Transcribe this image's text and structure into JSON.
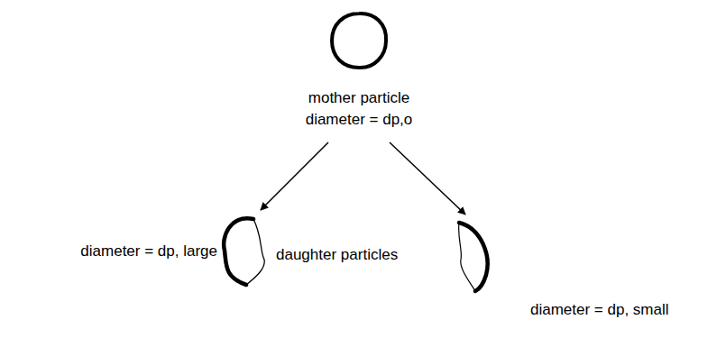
{
  "diagram": {
    "nodes": [
      {
        "text": [
          "mother particle",
          "diameter = dp,o"
        ]
      },
      {
        "text": [
          "diameter = dp, large"
        ]
      },
      {
        "text": [
          "diameter = dp, small"
        ]
      }
    ],
    "edges": [
      {
        "from": 0,
        "to": 1,
        "arrow": "to"
      },
      {
        "from": 0,
        "to": 2,
        "arrow": "to"
      }
    ],
    "labels": [
      "daughter particles"
    ]
  }
}
